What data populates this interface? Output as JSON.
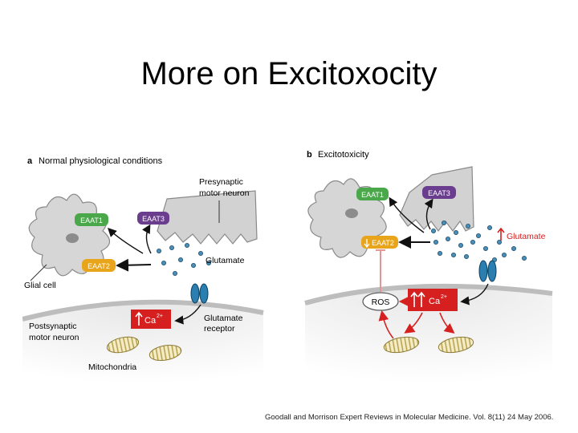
{
  "slide": {
    "title": "More on Excitoxocity",
    "citation": "Goodall and Morrison Expert Reviews in Molecular Medicine. Vol. 8(11) 24 May 2006."
  },
  "panel_a": {
    "letter": "a",
    "heading": "Normal physiological conditions",
    "presynaptic_line1": "Presynaptic",
    "presynaptic_line2": "motor neuron",
    "eaat1": "EAAT1",
    "eaat3": "EAAT3",
    "eaat2": "EAAT2",
    "glutamate": "Glutamate",
    "glial_cell": "Glial cell",
    "glut_receptor_line1": "Glutamate",
    "glut_receptor_line2": "receptor",
    "ca_label": "Ca",
    "ca_charge": "2+",
    "postsynaptic_line1": "Postsynaptic",
    "postsynaptic_line2": "motor neuron",
    "mitochondria": "Mitochondria"
  },
  "panel_b": {
    "letter": "b",
    "heading": "Excitotoxicity",
    "eaat1": "EAAT1",
    "eaat3": "EAAT3",
    "eaat2": "EAAT2",
    "glutamate": "Glutamate",
    "ros": "ROS",
    "ca_label": "Ca",
    "ca_charge": "2+"
  },
  "colors": {
    "eaat1": "#4aa84a",
    "eaat3": "#6b3d8f",
    "eaat2": "#e8a51c",
    "calcium": "#d62020",
    "receptor": "#2a7fb0",
    "glutamate_dot": "#4a8fb8",
    "cell_gray": "#cfcfcf",
    "membrane": "#bdbdbd"
  }
}
